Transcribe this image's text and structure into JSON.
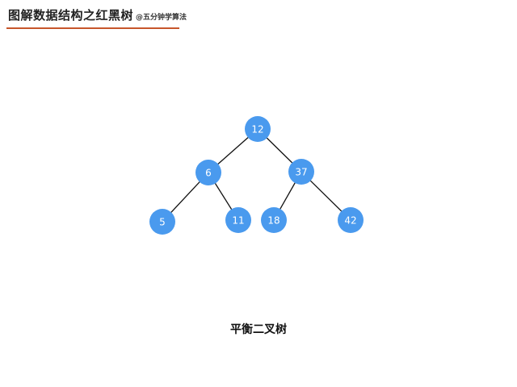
{
  "header": {
    "title": "图解数据结构之红黑树",
    "subtitle": "@五分钟学算法",
    "accent_color": "#c7562b"
  },
  "diagram": {
    "node_color": "#4a9aee",
    "label_color": "#ffffff",
    "edge_color": "#111111",
    "nodes": [
      {
        "id": "n12",
        "label": "12"
      },
      {
        "id": "n6",
        "label": "6"
      },
      {
        "id": "n37",
        "label": "37"
      },
      {
        "id": "n5",
        "label": "5"
      },
      {
        "id": "n11",
        "label": "11"
      },
      {
        "id": "n18",
        "label": "18"
      },
      {
        "id": "n42",
        "label": "42"
      }
    ],
    "edges": [
      {
        "from": "n12",
        "to": "n6"
      },
      {
        "from": "n12",
        "to": "n37"
      },
      {
        "from": "n6",
        "to": "n5"
      },
      {
        "from": "n6",
        "to": "n11"
      },
      {
        "from": "n37",
        "to": "n18"
      },
      {
        "from": "n37",
        "to": "n42"
      }
    ],
    "caption": "平衡二叉树"
  }
}
